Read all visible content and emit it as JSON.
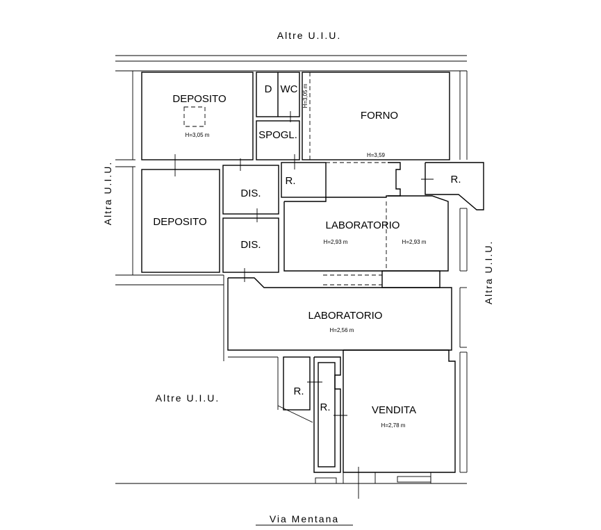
{
  "surroundings": {
    "top": "Altre U.I.U.",
    "left": "Altra U.I.U.",
    "right": "Altra U.I.U.",
    "bottom_left": "Altre U.I.U.",
    "street": "Via Mentana"
  },
  "rooms": {
    "deposito_top": "DEPOSITO",
    "deposito_top_h": "H=3,05 m",
    "d": "D",
    "wc": "WC",
    "wc_h": "H=3,05 m",
    "spogl": "SPOGL.",
    "forno": "FORNO",
    "forno_h": "H=3,59",
    "r1": "R.",
    "r2": "R.",
    "dis1": "DIS.",
    "dis2": "DIS.",
    "deposito_left": "DEPOSITO",
    "lab1": "LABORATORIO",
    "lab1_h1": "H=2,93 m",
    "lab1_h2": "H=2,93 m",
    "lab2": "LABORATORIO",
    "lab2_h": "H=2,56 m",
    "r3": "R.",
    "r4": "R.",
    "vendita": "VENDITA",
    "vendita_h": "H=2,78 m"
  }
}
